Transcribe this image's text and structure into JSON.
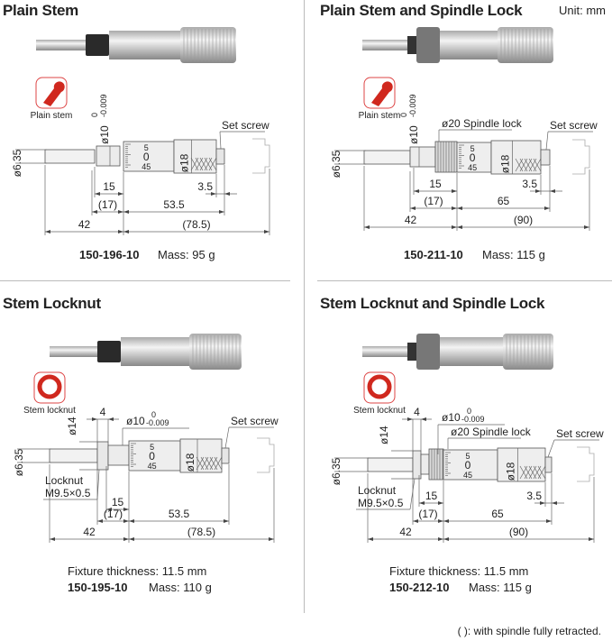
{
  "unit": "Unit: mm",
  "footnote": "(   ): with spindle fully retracted.",
  "colors": {
    "icon_red": "#d0281e",
    "divider": "#bbbbbb"
  },
  "panels": [
    {
      "title": "Plain Stem",
      "icon": "plain-stem-icon",
      "icon_label": "Plain stem",
      "model": "150-196-10",
      "mass": "Mass: 95 g",
      "labels": {
        "d635": "ø6.35",
        "d10": "ø10",
        "tol_up": "0",
        "tol_low": "-0.009",
        "d18": "ø18",
        "setscrew": "Set screw",
        "d15": "15",
        "d35": "3.5",
        "d17": "(17)",
        "dmid": "53.5",
        "d42": "42",
        "dtotal": "(78.5)",
        "m5": "5",
        "m0": "0",
        "m45": "45"
      }
    },
    {
      "title": "Plain Stem and Spindle Lock",
      "icon": "plain-stem-icon",
      "icon_label": "Plain stem",
      "model": "150-211-10",
      "mass": "Mass: 115 g",
      "labels": {
        "d635": "ø6.35",
        "d10": "ø10",
        "tol_up": "0",
        "tol_low": "-0.009",
        "lock": "ø20 Spindle lock",
        "d18": "ø18",
        "setscrew": "Set screw",
        "d15": "15",
        "d35": "3.5",
        "d17": "(17)",
        "dmid": "65",
        "d42": "42",
        "dtotal": "(90)",
        "m5": "5",
        "m0": "0",
        "m45": "45"
      }
    },
    {
      "title": "Stem Locknut",
      "icon": "stem-locknut-icon",
      "icon_label": "Stem locknut",
      "model": "150-195-10",
      "mass": "Mass: 110 g",
      "fixture": "Fixture thickness: 11.5 mm",
      "labels": {
        "d4": "4",
        "d14": "ø14",
        "d635": "ø6.35",
        "d10": "ø10",
        "tol_up": "0",
        "tol_low": "-0.009",
        "d18": "ø18",
        "setscrew": "Set screw",
        "locknut": "Locknut",
        "thread": "M9.5×0.5",
        "d15": "15",
        "d17": "(17)",
        "dmid": "53.5",
        "d42": "42",
        "dtotal": "(78.5)",
        "m5": "5",
        "m0": "0",
        "m45": "45"
      }
    },
    {
      "title": "Stem Locknut and Spindle Lock",
      "icon": "stem-locknut-icon",
      "icon_label": "Stem locknut",
      "model": "150-212-10",
      "mass": "Mass: 115 g",
      "fixture": "Fixture thickness: 11.5 mm",
      "labels": {
        "d4": "4",
        "d14": "ø14",
        "d635": "ø6.35",
        "d10": "ø10",
        "tol_up": "0",
        "tol_low": "-0.009",
        "lock": "ø20 Spindle lock",
        "d18": "ø18",
        "setscrew": "Set screw",
        "locknut": "Locknut",
        "thread": "M9.5×0.5",
        "d15": "15",
        "d35": "3.5",
        "d17": "(17)",
        "dmid": "65",
        "d42": "42",
        "dtotal": "(90)",
        "m5": "5",
        "m0": "0",
        "m45": "45"
      }
    }
  ]
}
